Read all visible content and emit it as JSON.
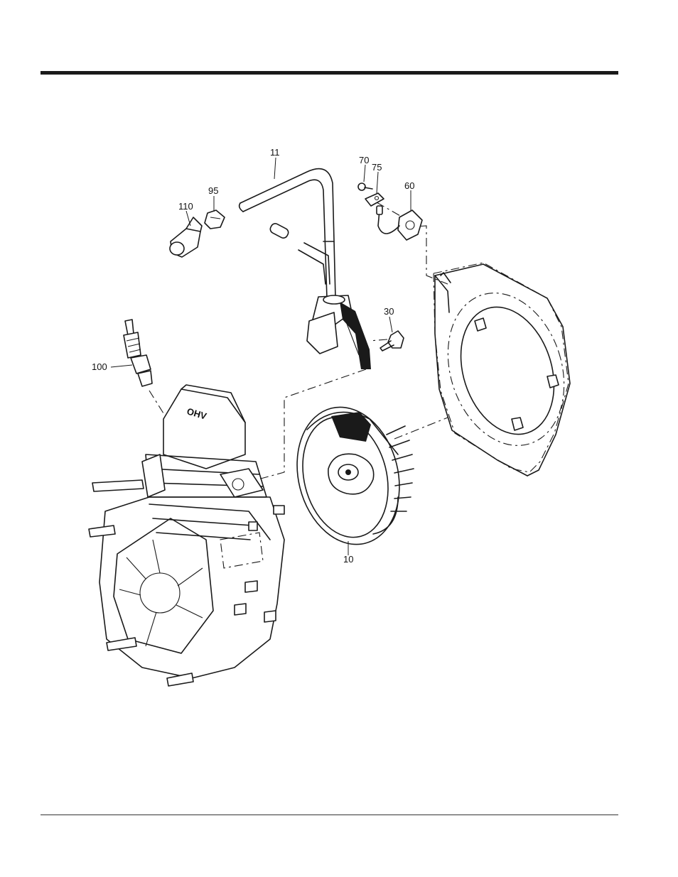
{
  "callouts": {
    "c11": "11",
    "c70": "70",
    "c75": "75",
    "c60": "60",
    "c95": "95",
    "c110": "110",
    "c30": "30",
    "c100": "100",
    "c10": "10"
  },
  "engine_cover_text": "OHV"
}
